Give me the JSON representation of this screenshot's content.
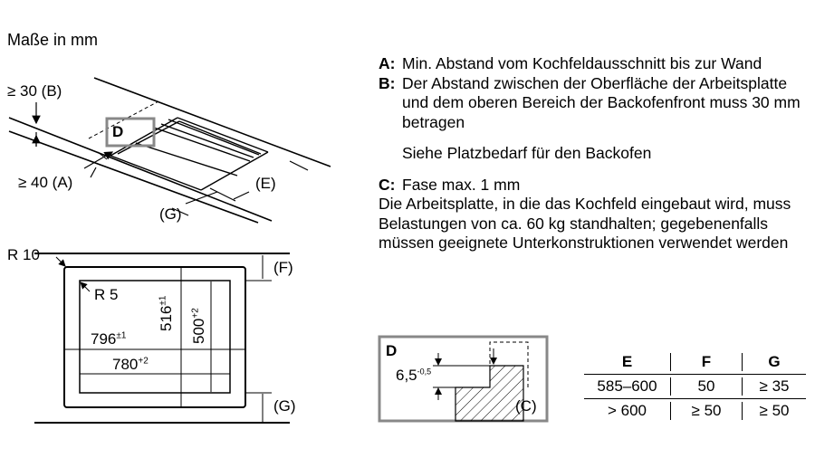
{
  "title": "Maße in mm",
  "top_diagram": {
    "label_b": "≥ 30 (B)",
    "label_a": "≥ 40 (A)",
    "label_d": "D",
    "label_e": "(E)",
    "label_g": "(G)"
  },
  "plan_diagram": {
    "r10": "R 10",
    "r5": "R 5",
    "w_outer": "796",
    "w_outer_tol": "±1",
    "w_inner": "780",
    "w_inner_tol": "+2",
    "h_outer": "516",
    "h_outer_tol": "±1",
    "h_inner": "500",
    "h_inner_tol": "+2",
    "label_f": "(F)",
    "label_g": "(G)"
  },
  "detail": {
    "label_d": "D",
    "dim": "6,5",
    "dim_tol": "-0,5",
    "label_c": "(C)"
  },
  "notes": {
    "a_key": "A:",
    "a_text": "Min. Abstand vom Kochfeldausschnitt bis zur Wand",
    "b_key": "B:",
    "b_text": "Der Abstand zwischen der Oberfläche der Arbeitsplatte und dem oberen Bereich der Backofenfront muss 30 mm betragen",
    "see": "Siehe Platzbedarf für den Backofen",
    "c_key": "C:",
    "c_text": "Fase max. 1 mm",
    "body": "Die Arbeitsplatte, in die das Kochfeld eingebaut wird, muss Belastungen von ca. 60 kg standhalten; gegebenenfalls müssen geeignete Unterkonstruktionen verwendet werden"
  },
  "table": {
    "headers": [
      "E",
      "F",
      "G"
    ],
    "rows": [
      [
        "585–600",
        "50",
        "≥ 35"
      ],
      [
        "> 600",
        "≥ 50",
        "≥ 50"
      ]
    ]
  }
}
